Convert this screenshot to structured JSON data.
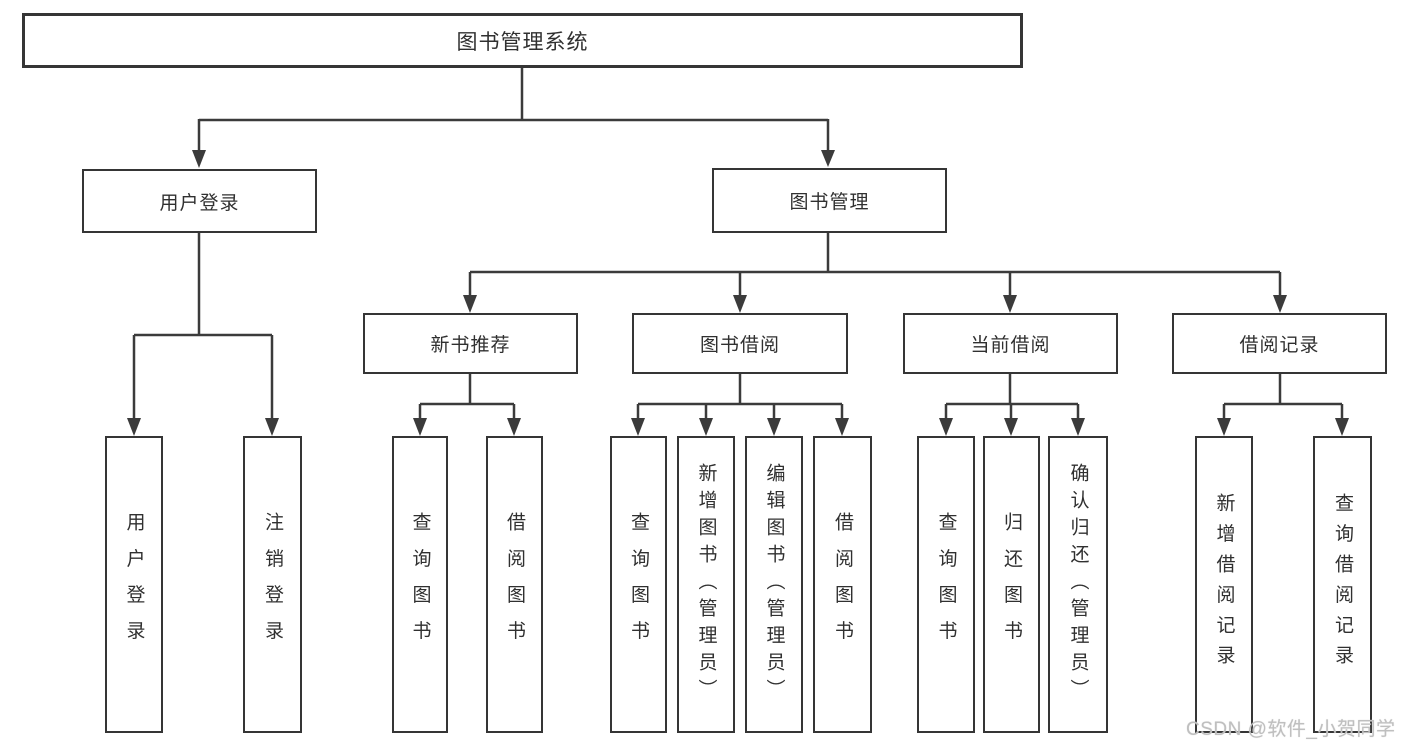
{
  "diagram": {
    "root": {
      "label": "图书管理系统"
    },
    "level2": [
      {
        "label": "用户登录"
      },
      {
        "label": "图书管理"
      }
    ],
    "level3": [
      {
        "label": "新书推荐"
      },
      {
        "label": "图书借阅"
      },
      {
        "label": "当前借阅"
      },
      {
        "label": "借阅记录"
      }
    ],
    "level4": [
      {
        "label": "用户登录"
      },
      {
        "label": "注销登录"
      },
      {
        "label": "查询图书"
      },
      {
        "label": "借阅图书"
      },
      {
        "label": "查询图书"
      },
      {
        "label": "新增图书（管理员）"
      },
      {
        "label": "编辑图书（管理员）"
      },
      {
        "label": "借阅图书"
      },
      {
        "label": "查询图书"
      },
      {
        "label": "归还图书"
      },
      {
        "label": "确认归还（管理员）"
      },
      {
        "label": "新增借阅记录"
      },
      {
        "label": "查询借阅记录"
      }
    ],
    "watermark": "CSDN @软件_小贺同学",
    "colors": {
      "line": "#3b3b3b",
      "text": "#303030",
      "watermark": "#bfbfbf",
      "background": "#ffffff"
    }
  }
}
